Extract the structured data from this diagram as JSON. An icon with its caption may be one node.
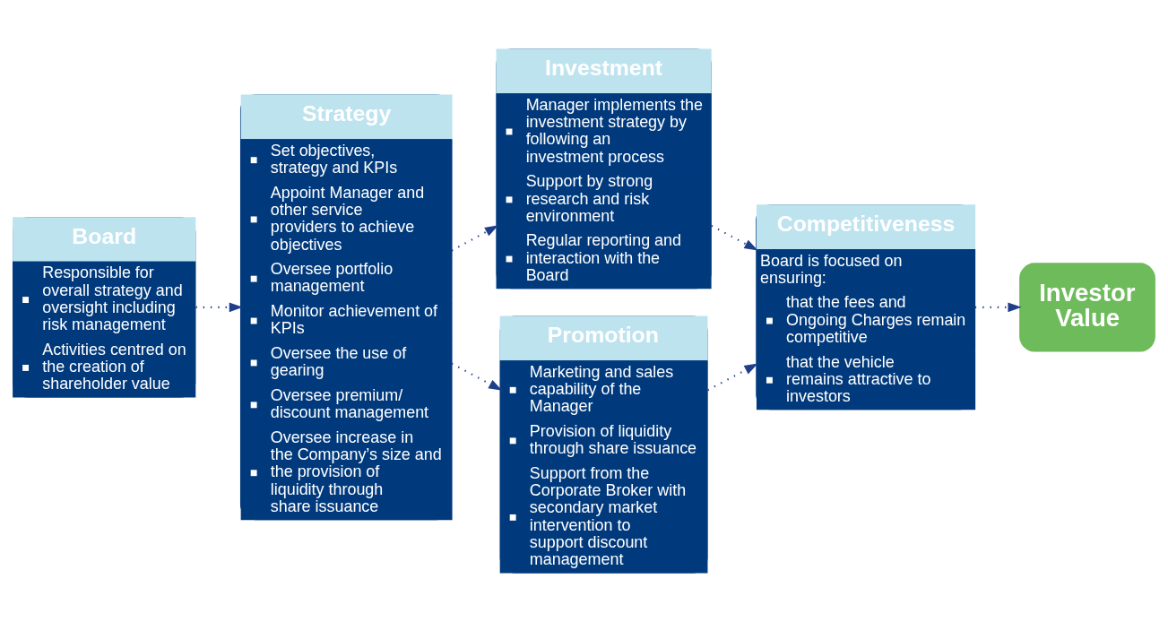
{
  "diagram": {
    "nodes": [
      {
        "text": [
          "Board",
          "Responsible for overall strategy and oversight including risk management",
          "Activities centred on the creation of shareholder value"
        ]
      },
      {
        "text": [
          "Strategy",
          "Set objectives, strategy and KPIs",
          "Appoint Manager and other service providers to achieve objectives",
          "Oversee portfolio management",
          "Monitor achievement of KPIs",
          "Oversee the use of gearing",
          "Oversee premium/ discount management",
          "Oversee increase in the Company’s size and the provision of liquidity through share issuance"
        ]
      },
      {
        "text": [
          "Investment",
          "Manager implements the investment strategy by following an investment process",
          "Support by strong research and risk environment",
          "Regular reporting and interaction with the Board"
        ]
      },
      {
        "text": [
          "Promotion",
          "Marketing and sales capability of the Manager",
          "Provision of liquidity through share issuance",
          "Support from the Corporate Broker with secondary market intervention to support discount management"
        ]
      },
      {
        "text": [
          "Competitiveness",
          "Board is focused on ensuring:",
          "that the fees and Ongoing Charges remain competitive",
          "that the vehicle remains attractive to investors"
        ]
      },
      {
        "text": [
          "Investor Value"
        ]
      }
    ],
    "edges": [
      {
        "from": 0,
        "to": 1,
        "arrow": "to",
        "style": "dashed"
      },
      {
        "from": 1,
        "to": 2,
        "arrow": "to",
        "style": "dashed"
      },
      {
        "from": 1,
        "to": 3,
        "arrow": "to",
        "style": "dashed"
      },
      {
        "from": 2,
        "to": 4,
        "arrow": "to",
        "style": "dashed"
      },
      {
        "from": 3,
        "to": 4,
        "arrow": "to",
        "style": "dashed"
      },
      {
        "from": 4,
        "to": 5,
        "arrow": "to",
        "style": "dashed"
      }
    ]
  }
}
